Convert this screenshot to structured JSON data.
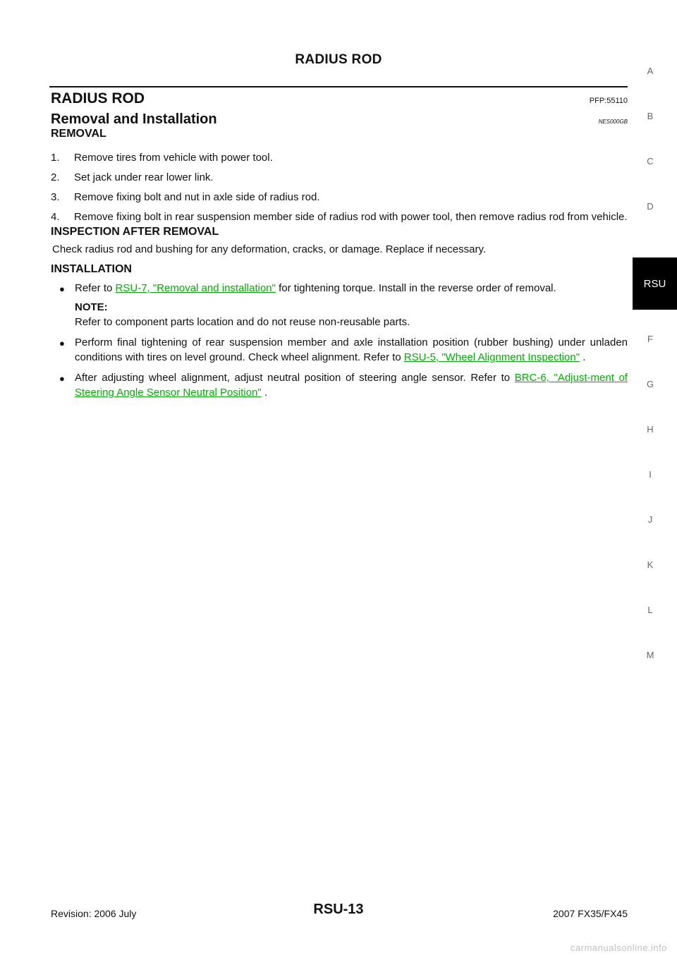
{
  "header": {
    "title": "RADIUS ROD"
  },
  "section": {
    "title": "RADIUS ROD",
    "pfp": "PFP:55110"
  },
  "subsection": {
    "title": "Removal and Installation",
    "code": "NES000GB"
  },
  "removal": {
    "heading": "REMOVAL",
    "steps": [
      {
        "num": "1.",
        "text": "Remove tires from vehicle with power tool."
      },
      {
        "num": "2.",
        "text": "Set jack under rear lower link."
      },
      {
        "num": "3.",
        "text": "Remove fixing bolt and nut in axle side of radius rod."
      },
      {
        "num": "4.",
        "text": "Remove fixing bolt in rear suspension member side of radius rod with power tool, then remove radius rod from vehicle."
      }
    ]
  },
  "inspection": {
    "heading": "INSPECTION AFTER REMOVAL",
    "text": "Check radius rod and bushing for any deformation, cracks, or damage. Replace if necessary."
  },
  "installation": {
    "heading": "INSTALLATION",
    "b1_pre": "Refer to ",
    "b1_link": "RSU-7, \"Removal and installation\"",
    "b1_post": " for tightening torque. Install in the reverse order of removal.",
    "note_label": "NOTE:",
    "note_text": "Refer to component parts location and do not reuse non-reusable parts.",
    "b2_pre": "Perform final tightening of rear suspension member and axle installation position (rubber bushing) under unladen conditions with tires on level ground. Check wheel alignment. Refer to ",
    "b2_link": "RSU-5, \"Wheel Alignment Inspection\"",
    "b2_post": " .",
    "b3_pre": "After adjusting wheel alignment, adjust neutral position of steering angle sensor. Refer to ",
    "b3_link": "BRC-6, \"Adjust-ment of Steering Angle Sensor Neutral Position\"",
    "b3_post": " ."
  },
  "side_index": {
    "letters": [
      "A",
      "B",
      "C",
      "D",
      "F",
      "G",
      "H",
      "I",
      "J",
      "K",
      "L",
      "M"
    ],
    "active": "RSU"
  },
  "footer": {
    "revision": "Revision: 2006 July",
    "page": "RSU-13",
    "model": "2007 FX35/FX45"
  },
  "watermark": "carmanualsonline.info"
}
